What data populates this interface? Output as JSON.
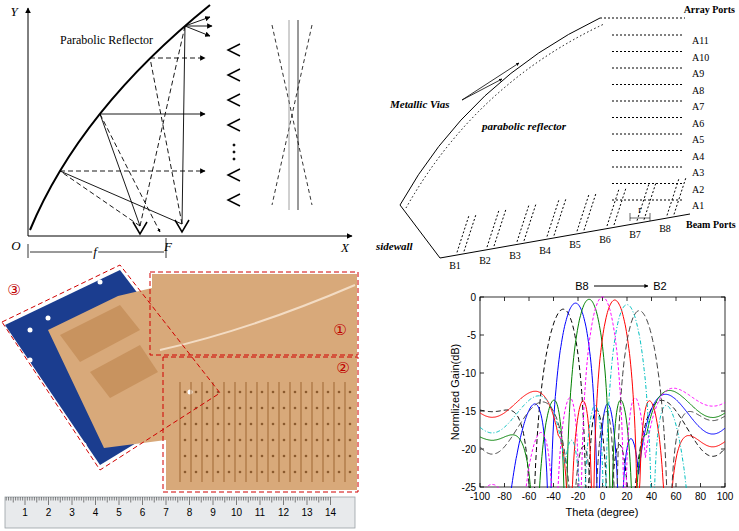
{
  "diagram": {
    "labels": [
      "Y",
      "Parabolic Reflector",
      "O",
      "f",
      "F",
      "X",
      "Array Ports",
      "A11",
      "A10",
      "A9",
      "A8",
      "A7",
      "A6",
      "A5",
      "A4",
      "A3",
      "A2",
      "A1",
      "Metallic Vias",
      "parabolic reflector",
      "sidewall",
      "Beam Ports",
      "B1",
      "B2",
      "B3",
      "B4",
      "B5",
      "B6",
      "B7",
      "B8",
      "r",
      "B8",
      "B2",
      "Normlized Gain(dB)",
      "0",
      "-5",
      "-10",
      "-15",
      "-20",
      "-25",
      "-100",
      "-80",
      "-60",
      "-40",
      "-20",
      "0",
      "20",
      "40",
      "60",
      "80",
      "100",
      "Theta (degree)",
      "①",
      "②",
      "③",
      "1",
      "2",
      "3",
      "4",
      "5",
      "6",
      "7",
      "8",
      "9",
      "10",
      "11",
      "12",
      "13",
      "14"
    ]
  }
}
